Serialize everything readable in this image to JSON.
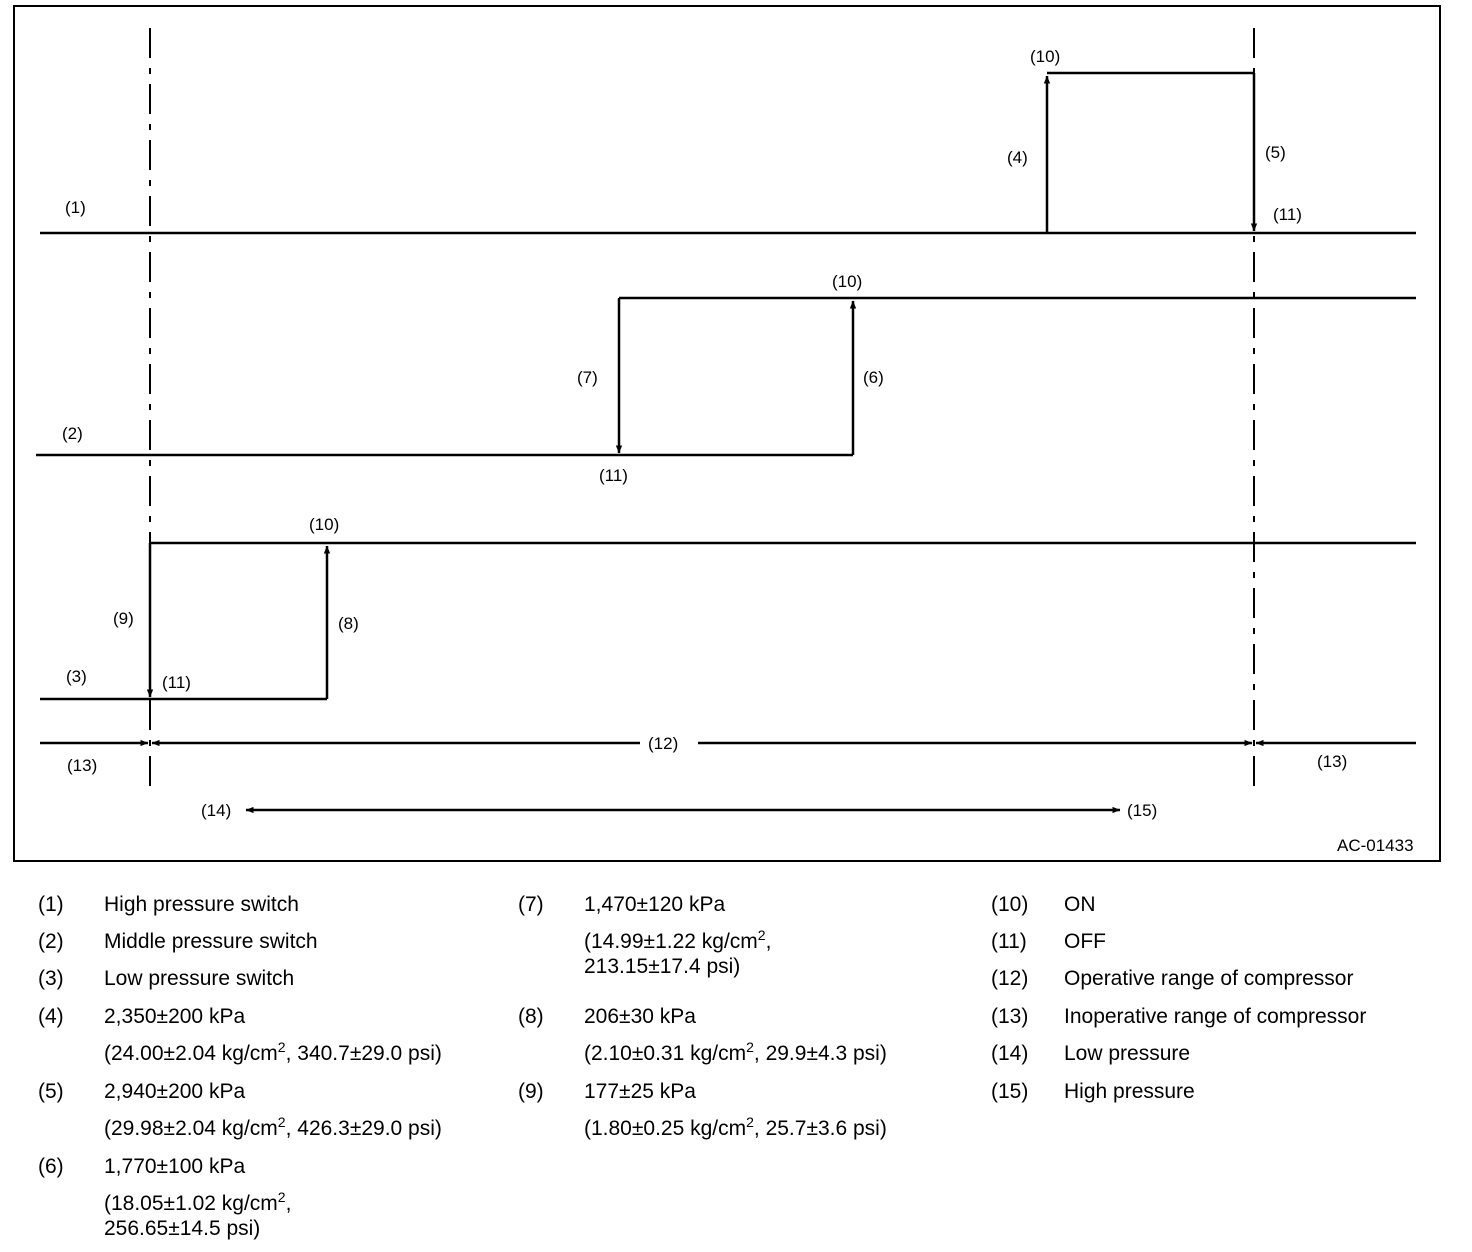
{
  "diagram": {
    "labels": {
      "n1": "(1)",
      "n2": "(2)",
      "n3": "(3)",
      "n4": "(4)",
      "n5": "(5)",
      "n6": "(6)",
      "n7": "(7)",
      "n8": "(8)",
      "n9": "(9)",
      "n10": "(10)",
      "n11": "(11)",
      "n12": "(12)",
      "n13": "(13)",
      "n14": "(14)",
      "n15": "(15)"
    },
    "code": "AC-01433"
  },
  "legend": [
    {
      "num": "(1)",
      "lines": [
        "High pressure switch"
      ]
    },
    {
      "num": "(2)",
      "lines": [
        "Middle pressure switch"
      ]
    },
    {
      "num": "(3)",
      "lines": [
        "Low pressure switch"
      ]
    },
    {
      "num": "(4)",
      "lines": [
        "2,350±200 kPa",
        "(24.00±2.04 kg/cm",
        "2",
        ", 340.7±29.0 psi)"
      ]
    },
    {
      "num": "(5)",
      "lines": [
        "2,940±200 kPa",
        "(29.98±2.04 kg/cm",
        "2",
        ", 426.3±29.0 psi)"
      ]
    },
    {
      "num": "(6)",
      "lines": [
        "1,770±100 kPa",
        "(18.05±1.02 kg/cm",
        "2",
        ",",
        "256.65±14.5 psi)"
      ]
    },
    {
      "num": "(7)",
      "lines": [
        "1,470±120 kPa",
        "(14.99±1.22 kg/cm",
        "2",
        ",",
        "213.15±17.4 psi)"
      ]
    },
    {
      "num": "(8)",
      "lines": [
        "206±30 kPa",
        "(2.10±0.31 kg/cm",
        "2",
        ", 29.9±4.3 psi)"
      ]
    },
    {
      "num": "(9)",
      "lines": [
        "177±25 kPa",
        "(1.80±0.25 kg/cm",
        "2",
        ", 25.7±3.6 psi)"
      ]
    },
    {
      "num": "(10)",
      "lines": [
        "ON"
      ]
    },
    {
      "num": "(11)",
      "lines": [
        "OFF"
      ]
    },
    {
      "num": "(12)",
      "lines": [
        "Operative range of compressor"
      ]
    },
    {
      "num": "(13)",
      "lines": [
        "Inoperative range of compressor"
      ]
    },
    {
      "num": "(14)",
      "lines": [
        "Low pressure"
      ]
    },
    {
      "num": "(15)",
      "lines": [
        "High pressure"
      ]
    }
  ]
}
